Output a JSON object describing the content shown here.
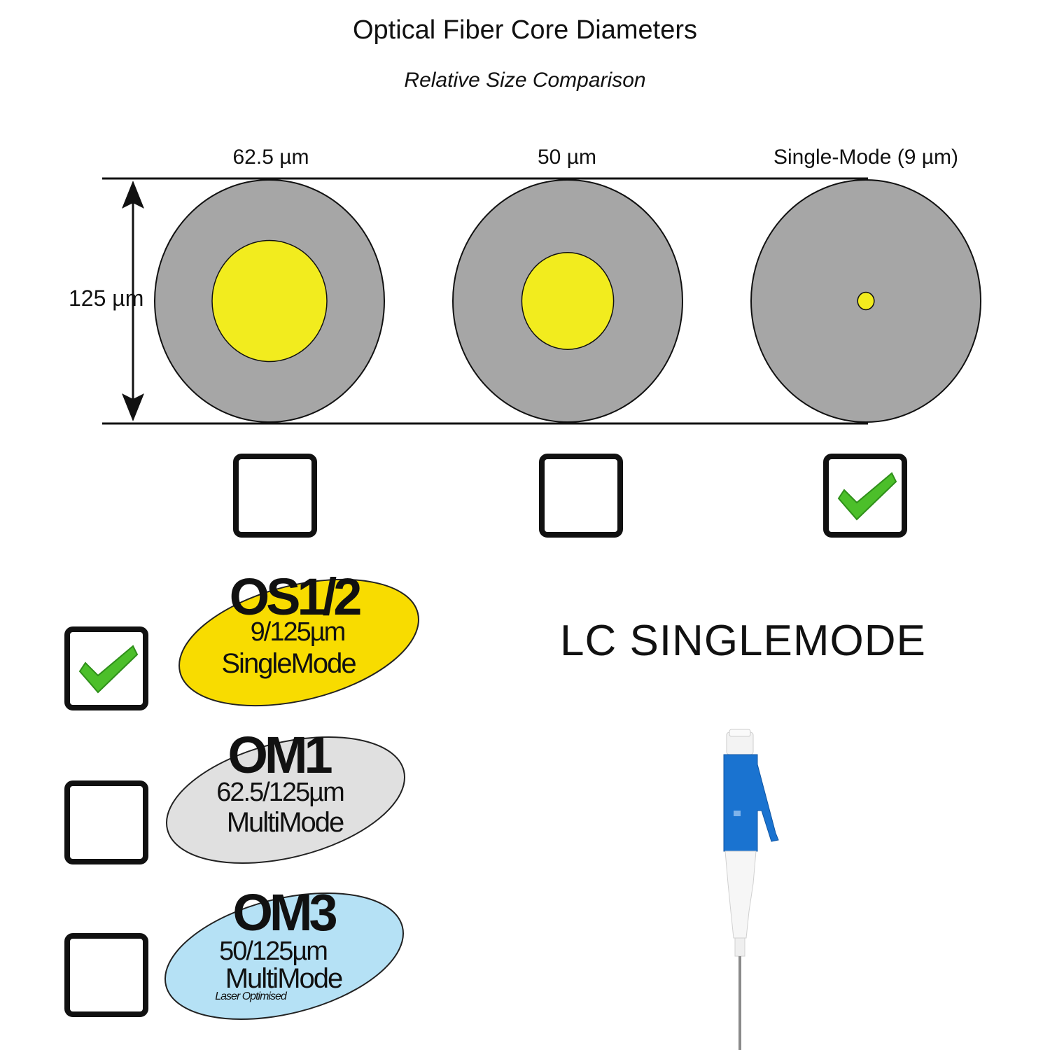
{
  "header": {
    "title": "Optical Fiber Core Diameters",
    "subtitle": "Relative Size Comparison"
  },
  "diagram": {
    "dimension_label": "125 µm",
    "fibers": [
      {
        "label": "62.5 µm",
        "core_um": 62.5,
        "cladding_um": 125,
        "checked": false
      },
      {
        "label": "50 µm",
        "core_um": 50,
        "cladding_um": 125,
        "checked": false
      },
      {
        "label": "Single-Mode (9 µm)",
        "core_um": 9,
        "cladding_um": 125,
        "checked": true
      }
    ],
    "colors": {
      "core": "#f2ec1e",
      "cladding": "#a6a6a6",
      "check": "#4cbf2a"
    }
  },
  "types": [
    {
      "code": "OS1/2",
      "size": "9/125µm",
      "mode": "SingleMode",
      "note": "",
      "color": "#f8dc00",
      "checked": true
    },
    {
      "code": "OM1",
      "size": "62.5/125µm",
      "mode": "MultiMode",
      "note": "",
      "color": "#e0e0e0",
      "checked": false
    },
    {
      "code": "OM3",
      "size": "50/125µm",
      "mode": "MultiMode",
      "note": "Laser Optimised",
      "color": "#b5e1f5",
      "checked": false
    }
  ],
  "product": {
    "label": "LC SINGLEMODE",
    "connector_color": "#1a73d0",
    "icon": "lc-connector-icon"
  }
}
